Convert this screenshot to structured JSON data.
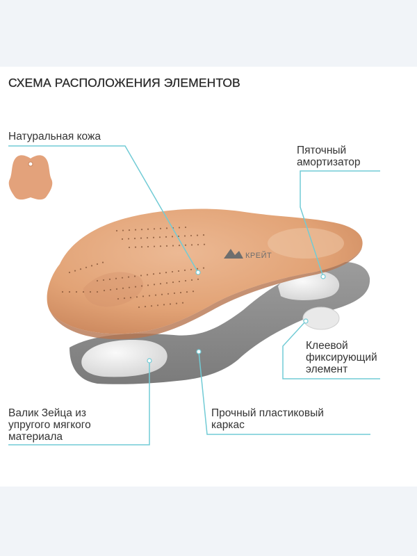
{
  "title": "СХЕМА РАСПОЛОЖЕНИЯ ЭЛЕМЕНТОВ",
  "brand": "КРЕЙТ",
  "colors": {
    "leader_line": "#71cbd5",
    "leather": "#e0a073",
    "frame": "#8e8e8e",
    "pad": "#e6e6e6",
    "top_band": "#f1f4f8"
  },
  "icons": {
    "leather": "leather-hide-icon",
    "brand": "brand-logo"
  },
  "callouts": {
    "leather": "Натуральная кожа",
    "heel": "Пяточный\nамортизатор",
    "glue": "Клеевой\nфиксирующий\nэлемент",
    "pad": "Валик Зейца из\nупругого мягкого\nматериала",
    "frame": "Прочный пластиковый\nкаркас"
  }
}
